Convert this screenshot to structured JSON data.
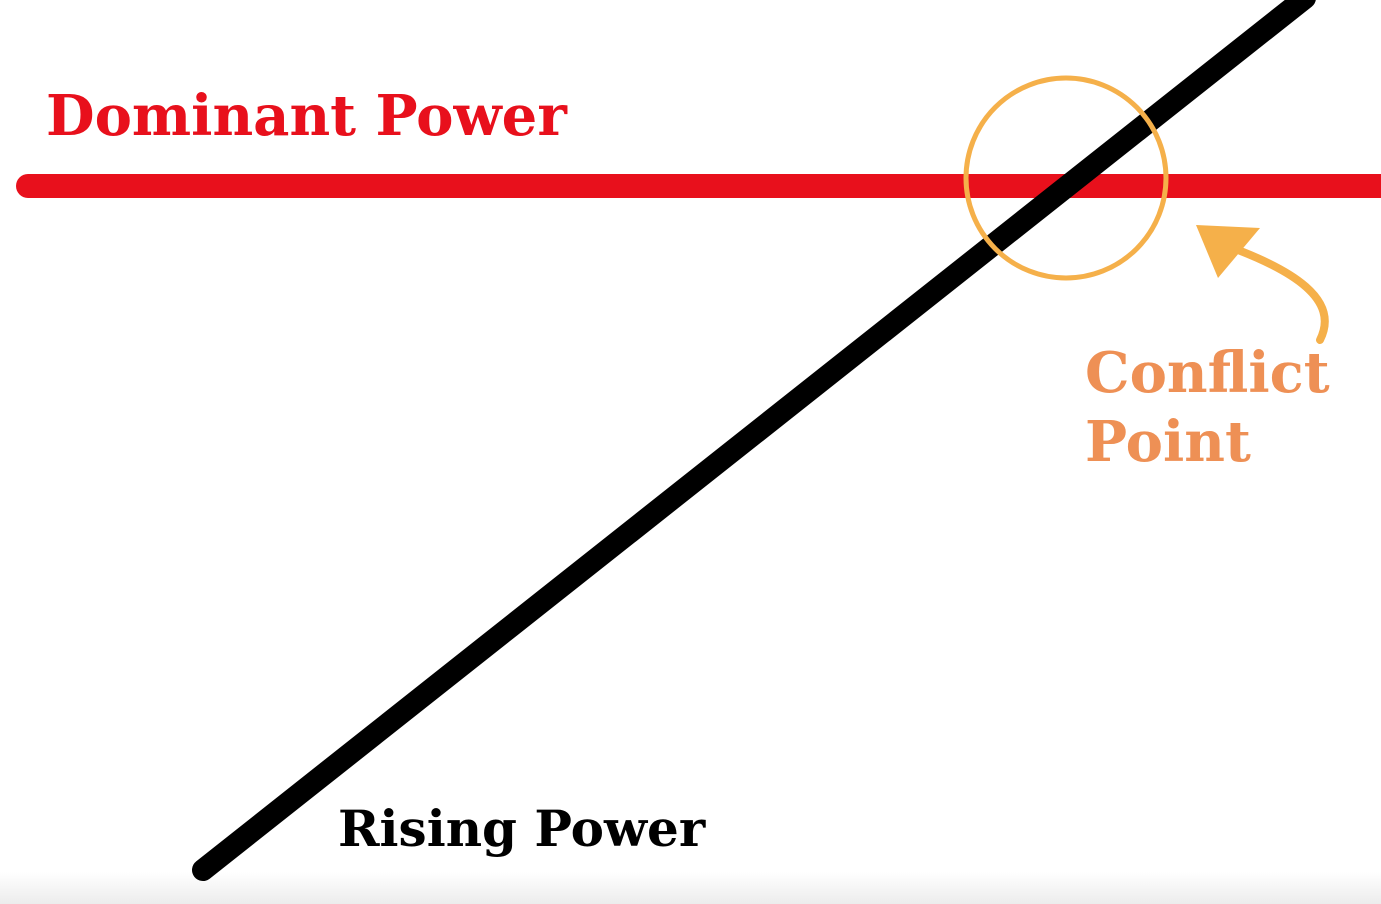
{
  "labels": {
    "dominant": "Dominant Power",
    "rising": "Rising Power",
    "conflict_line1": "Conflict",
    "conflict_line2": "Point"
  },
  "colors": {
    "dominant": "#e8101c",
    "rising": "#000000",
    "conflict": "#f5b04a",
    "conflict_text": "#ee9055",
    "background": "#ffffff"
  }
}
